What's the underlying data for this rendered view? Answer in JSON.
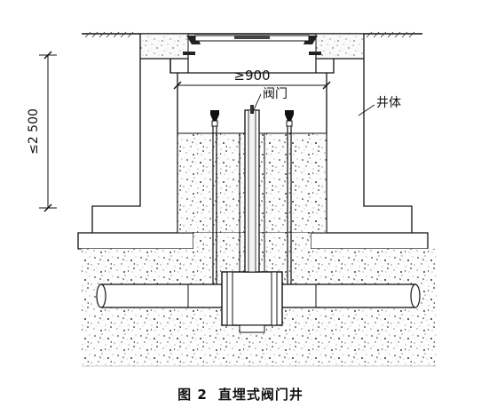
{
  "figure": {
    "labels": {
      "width_dim": "≥900",
      "valve": "阀门",
      "well_body": "井体",
      "height_dim": "≤2 500"
    },
    "caption": {
      "number": "图 2",
      "title": "直埋式阀门井"
    }
  }
}
